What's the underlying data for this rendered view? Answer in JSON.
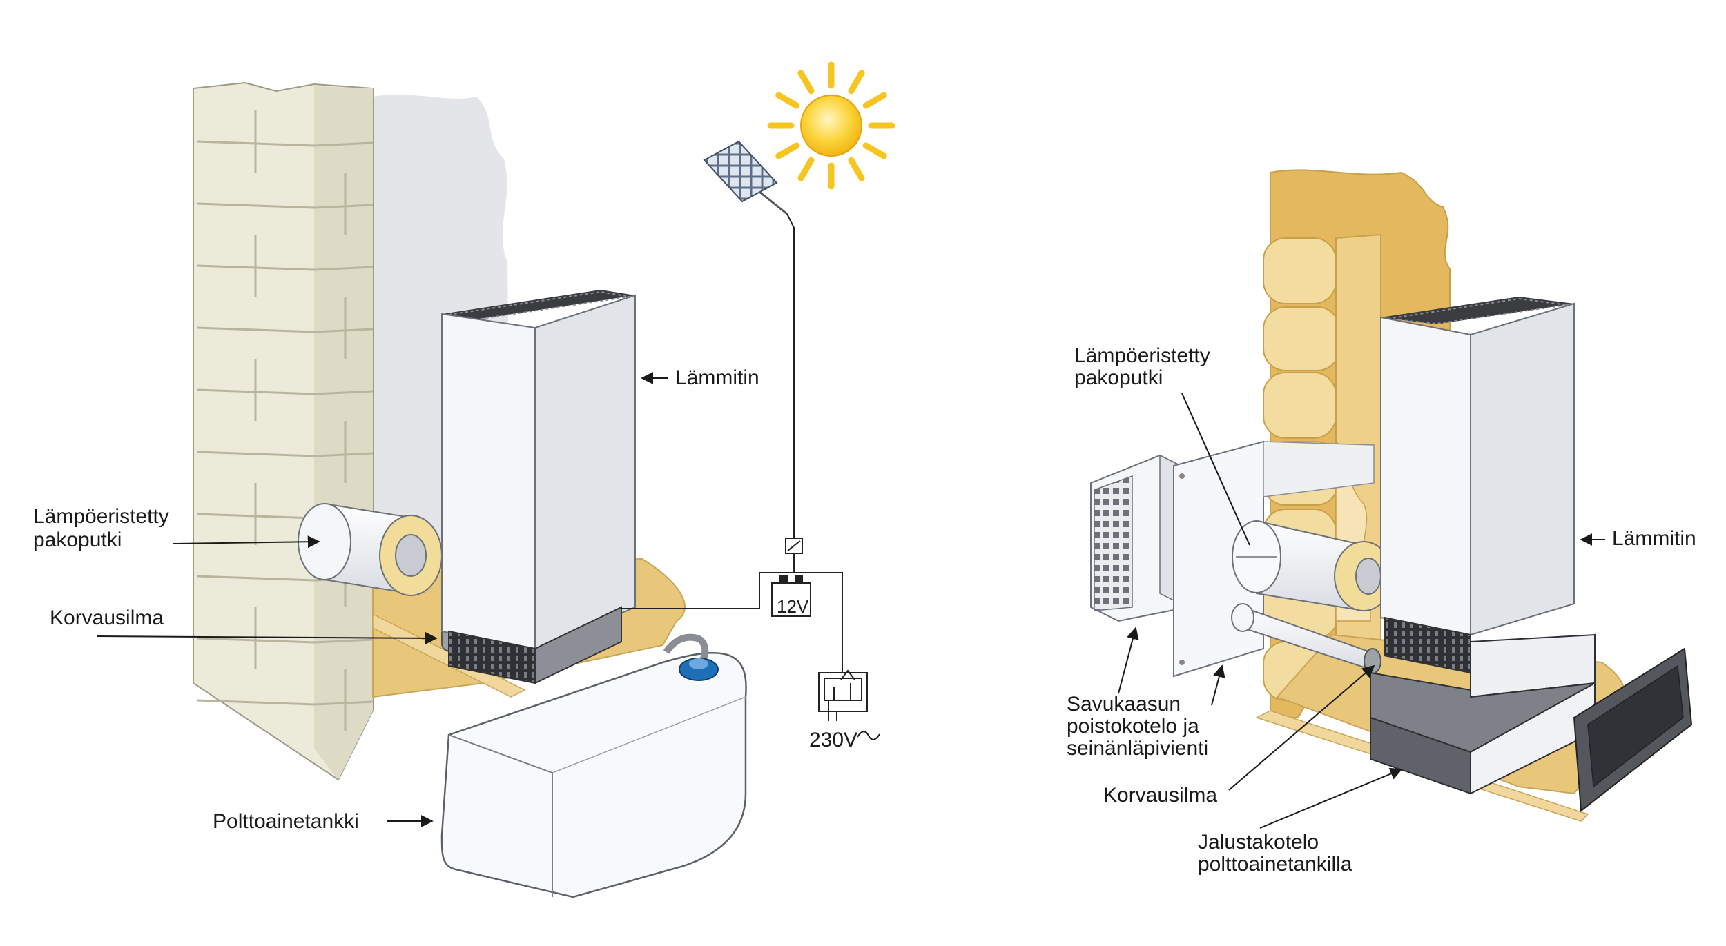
{
  "left_diagram": {
    "heater_label": "Lämmitin",
    "pipe_label_line1": "Lämpöeristetty",
    "pipe_label_line2": "pakoputki",
    "air_label": "Korvausilma",
    "tank_label": "Polttoainetankki",
    "dc_label": "12V",
    "ac_label": "230V"
  },
  "right_diagram": {
    "pipe_label_line1": "Lämpöeristetty",
    "pipe_label_line2": "pakoputki",
    "heater_label": "Lämmitin",
    "exhaust_label_line1": "Savukaasun",
    "exhaust_label_line2": "poistokotelo ja",
    "exhaust_label_line3": "seinänläpivienti",
    "air_label": "Korvausilma",
    "base_label_line1": "Jalustakotelo",
    "base_label_line2": "polttoainetankilla"
  },
  "colors": {
    "wall_light": "#ecead8",
    "wall_mortar": "#c9c6b0",
    "shadow_gray": "#e3e5e8",
    "floor_tan": "#e8c77a",
    "log_light": "#f3dca0",
    "log_dark": "#e3b85e",
    "heater_front": "#f4f6f9",
    "heater_side": "#e1e5ea",
    "heater_grill": "#2f3134",
    "sun_yellow": "#f7c520",
    "tank_cap_blue": "#1d6fb8"
  }
}
